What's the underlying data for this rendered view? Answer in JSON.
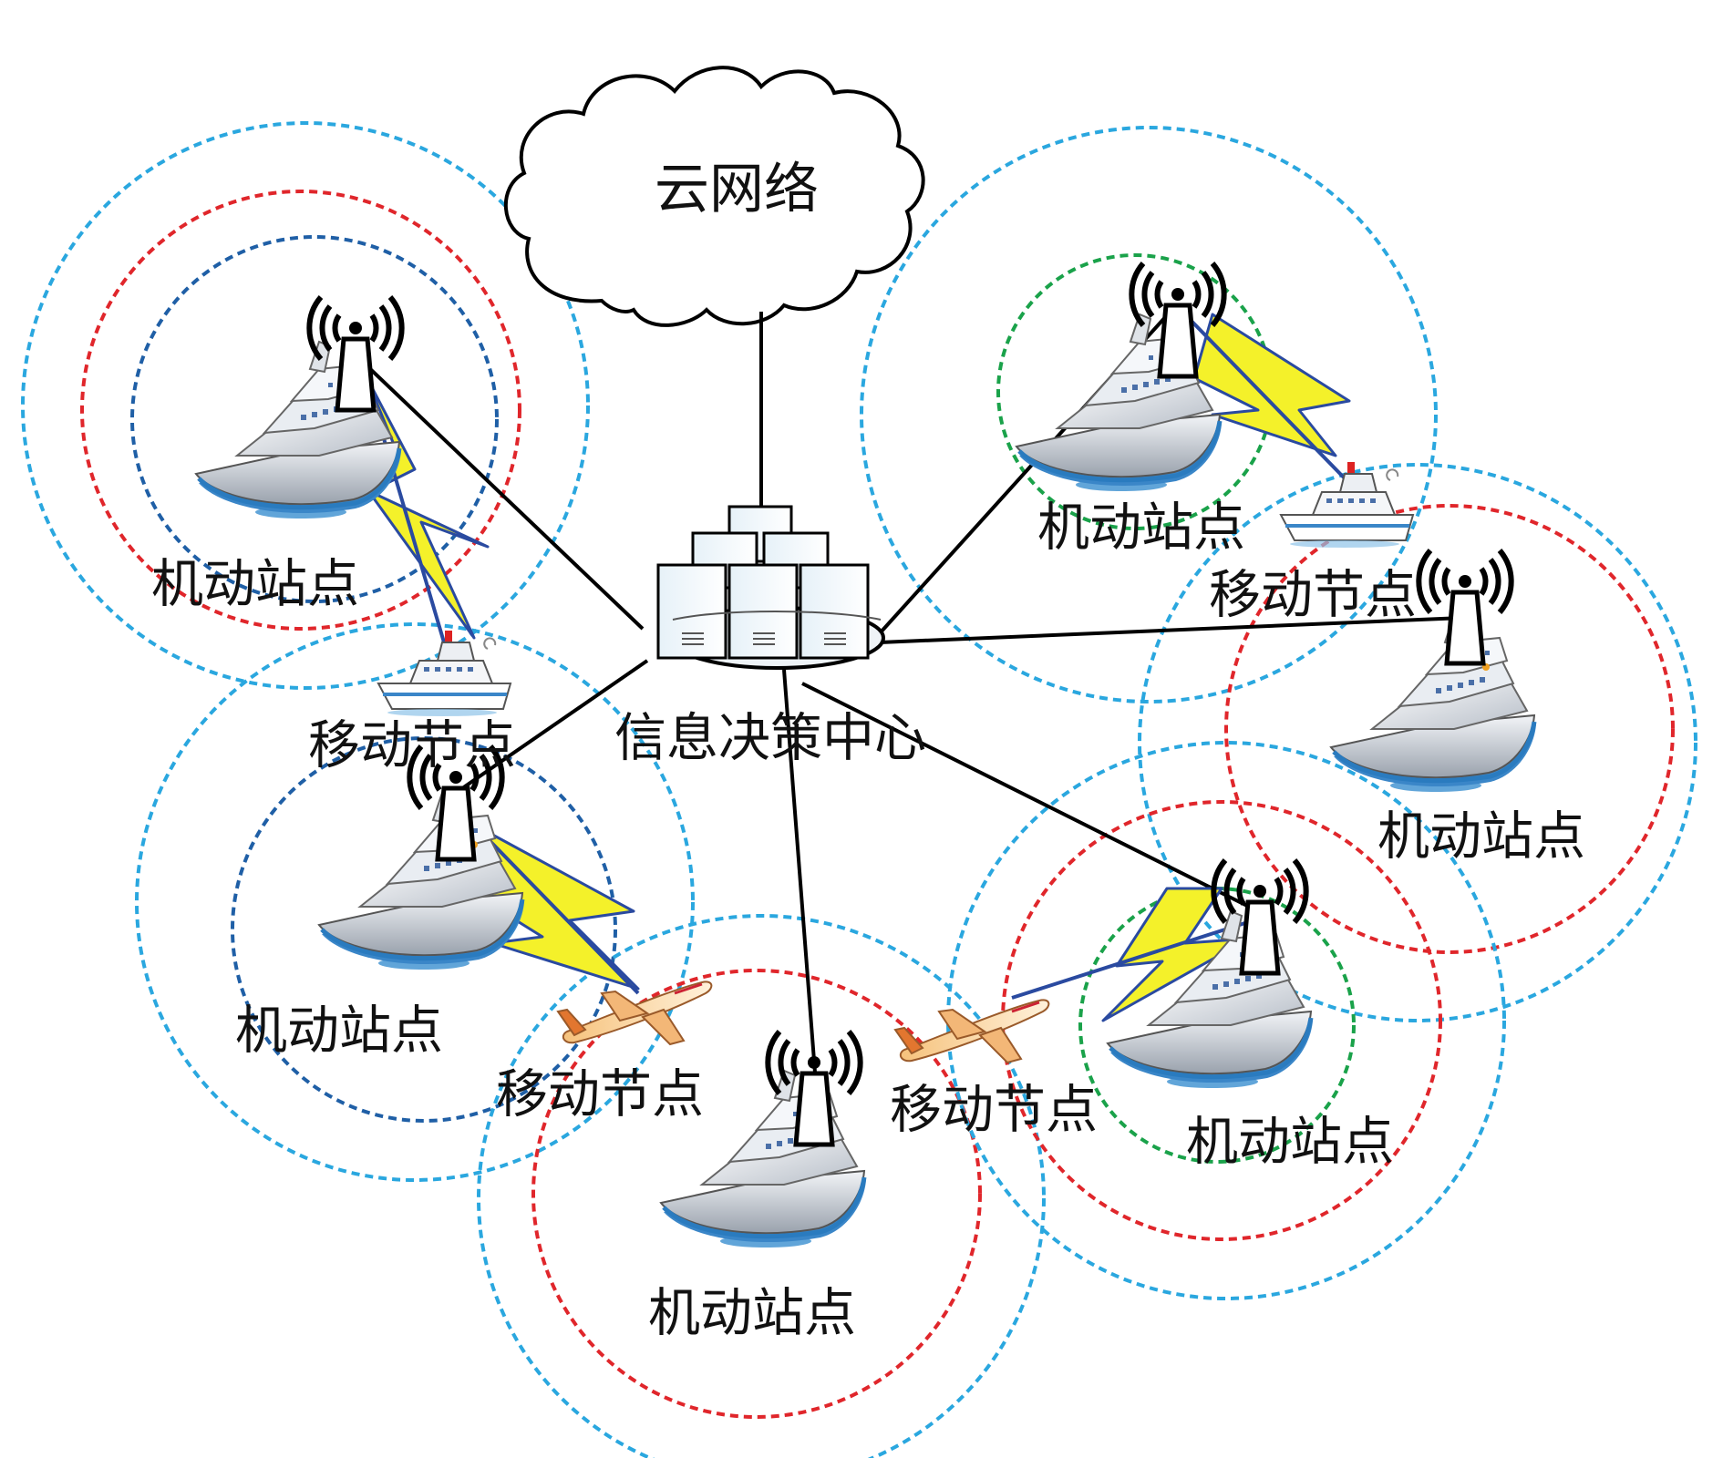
{
  "cloud": {
    "label": "云网络"
  },
  "center": {
    "label": "信息决策中心"
  },
  "stations": [
    {
      "id": "nw",
      "label": "机动站点",
      "rings": [
        "blue",
        "red",
        "navy"
      ]
    },
    {
      "id": "ne",
      "label": "机动站点",
      "rings": [
        "blue",
        "green"
      ]
    },
    {
      "id": "e",
      "label": "机动站点",
      "rings": [
        "blue",
        "red"
      ]
    },
    {
      "id": "w",
      "label": "机动站点",
      "rings": [
        "blue",
        "navy"
      ]
    },
    {
      "id": "s",
      "label": "机动站点",
      "rings": [
        "blue",
        "red"
      ]
    },
    {
      "id": "se",
      "label": "机动站点",
      "rings": [
        "blue",
        "red",
        "green"
      ]
    }
  ],
  "mobile_nodes": [
    {
      "id": "boat-w",
      "label": "移动节点",
      "kind": "boat"
    },
    {
      "id": "boat-ne",
      "label": "移动节点",
      "kind": "boat"
    },
    {
      "id": "plane-sw",
      "label": "移动节点",
      "kind": "plane"
    },
    {
      "id": "plane-se",
      "label": "移动节点",
      "kind": "plane"
    }
  ],
  "colors": {
    "ring_blue": "#2aa7df",
    "ring_red": "#e0262b",
    "ring_navy": "#1f5fa6",
    "ring_green": "#1aa24a",
    "bolt_fill": "#f4f12a",
    "bolt_edge": "#2a4aa0",
    "link": "#000000"
  }
}
